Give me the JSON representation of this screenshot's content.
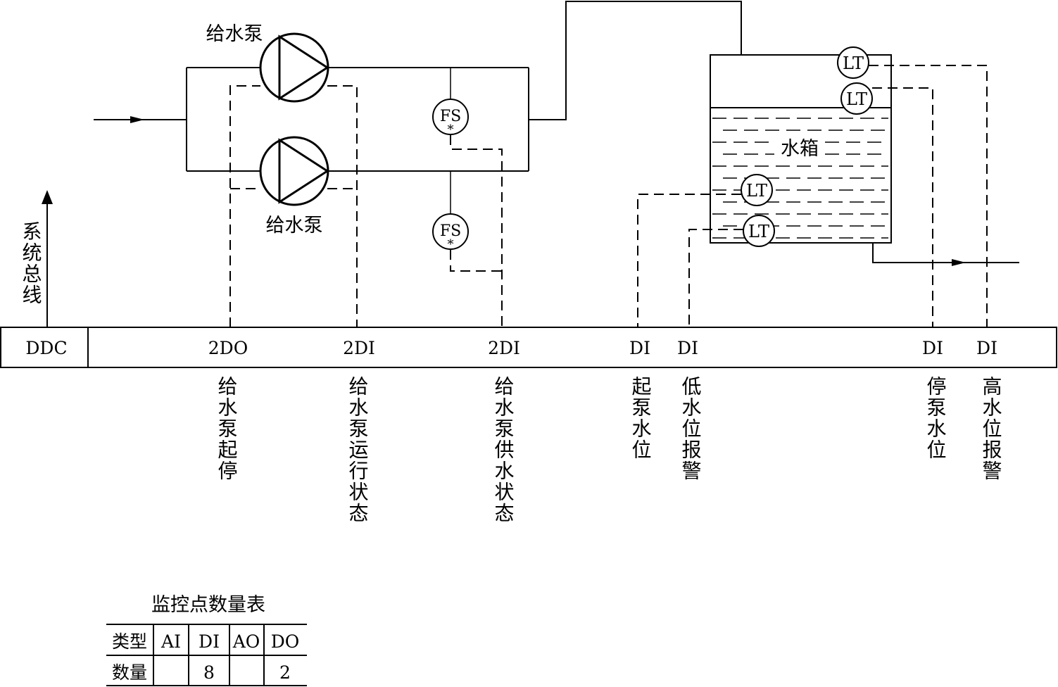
{
  "pumps": {
    "upper_label": "给水泵",
    "lower_label": "给水泵"
  },
  "flow_switches": {
    "upper": "FS",
    "upper_mark": "*",
    "lower": "FS",
    "lower_mark": "*"
  },
  "tank": {
    "label": "水箱",
    "level_transmitters": [
      "LT",
      "LT",
      "LT",
      "LT"
    ]
  },
  "bus": {
    "label": "系统总线"
  },
  "ddc": {
    "label": "DDC",
    "points": [
      {
        "type": "2DO",
        "desc": "给水泵起停"
      },
      {
        "type": "2DI",
        "desc": "给水泵运行状态"
      },
      {
        "type": "2DI",
        "desc": "给水泵供水状态"
      },
      {
        "type": "DI",
        "desc": "起泵水位"
      },
      {
        "type": "DI",
        "desc": "低水位报警"
      },
      {
        "type": "DI",
        "desc": "停泵水位"
      },
      {
        "type": "DI",
        "desc": "高水位报警"
      }
    ]
  },
  "table": {
    "title": "监控点数量表",
    "header": [
      "类型",
      "AI",
      "DI",
      "AO",
      "DO"
    ],
    "row": [
      "数量",
      "",
      "8",
      "",
      "2"
    ]
  }
}
